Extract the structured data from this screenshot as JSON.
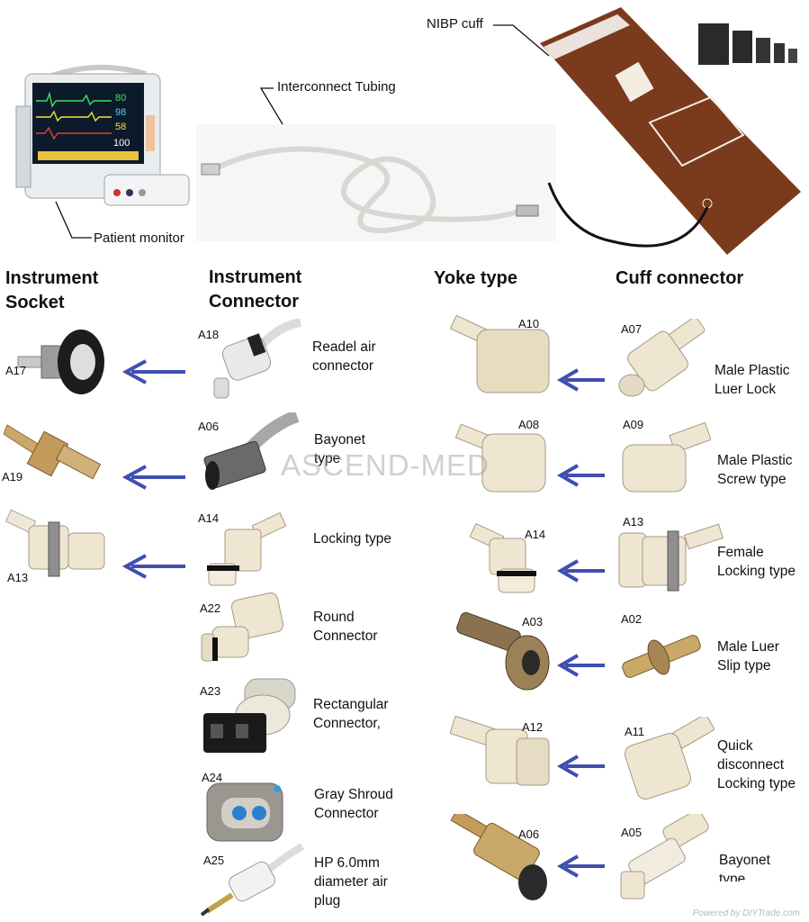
{
  "top": {
    "labels": {
      "monitor": "Patient monitor",
      "tubing": "Interconnect Tubing",
      "cuff": "NIBP cuff"
    }
  },
  "headers": {
    "instrument_socket": "Instrument\nSocket",
    "instrument_connector": "Instrument\nConnector",
    "yoke_type": "Yoke type",
    "cuff_connector": "Cuff connector"
  },
  "sockets": [
    {
      "code": "A17"
    },
    {
      "code": "A19"
    },
    {
      "code": "A13"
    }
  ],
  "instrument_connectors": [
    {
      "code": "A18",
      "desc": "Readel air\nconnector"
    },
    {
      "code": "A06",
      "desc": "Bayonet\ntype"
    },
    {
      "code": "A14",
      "desc": "Locking type"
    },
    {
      "code": "A22",
      "desc": "Round\nConnector"
    },
    {
      "code": "A23",
      "desc": "Rectangular\nConnector,"
    },
    {
      "code": "A24",
      "desc": "Gray Shroud\nConnector"
    },
    {
      "code": "A25",
      "desc": "HP 6.0mm\ndiameter air\nplug"
    }
  ],
  "yokes": [
    {
      "code": "A10"
    },
    {
      "code": "A08"
    },
    {
      "code": "A14"
    },
    {
      "code": "A03"
    },
    {
      "code": "A12"
    },
    {
      "code": "A06"
    }
  ],
  "cuff_connectors": [
    {
      "code": "A07",
      "desc": "Male Plastic\nLuer Lock"
    },
    {
      "code": "A09",
      "desc": "Male Plastic\nScrew type"
    },
    {
      "code": "A13",
      "desc": "Female\nLocking type"
    },
    {
      "code": "A02",
      "desc": "Male Luer\nSlip type"
    },
    {
      "code": "A11",
      "desc": "Quick\ndisconnect\nLocking type"
    },
    {
      "code": "A05",
      "desc": "Bayonet\ntype"
    }
  ],
  "watermark": "ASCEND-MED",
  "footer": "Powered by DIYTrade.com",
  "colors": {
    "arrow": "#3f4fb0",
    "cuff": "#7a3a1c",
    "plastic": "#efe6d2",
    "brass": "#b8935a"
  }
}
